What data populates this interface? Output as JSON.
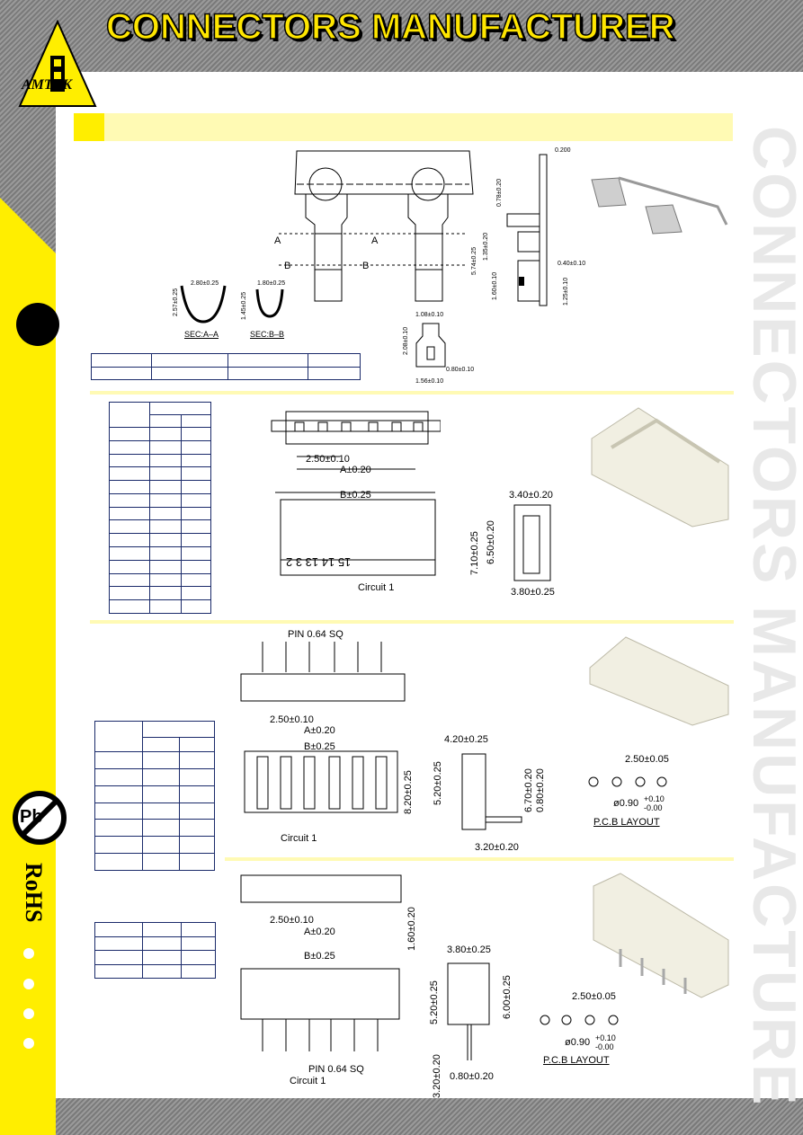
{
  "header": {
    "title": "CONNECTORS MANUFACTURER",
    "logo_text": "AMTEK"
  },
  "watermark": {
    "text": "CONNECTORS MANUFACTURE"
  },
  "sidebar": {
    "rohs_label": "RoHS",
    "pb_label": "Pb"
  },
  "terminal": {
    "dims": {
      "t200": "0.200",
      "t078": "0.78±0.20",
      "t574": "5.74±0.25",
      "t135": "1.35±0.20",
      "t040": "0.40±0.10",
      "t160": "1.60±0.10",
      "t125": "1.25±0.10",
      "t108": "1.08±0.10",
      "t208": "2.08±0.10",
      "t080": "0.80±0.10",
      "t156": "1.56±0.10",
      "sec_a_w": "2.80±0.25",
      "sec_a_h": "2.57±0.25",
      "sec_b_w": "1.80±0.25",
      "sec_b_h": "1.45±0.25"
    },
    "labels": {
      "a": "A",
      "b": "B",
      "sec_a": "SEC:A–A",
      "sec_b": "SEC:B–B"
    }
  },
  "housing": {
    "pitch": "2.50±0.10",
    "a": "A±0.20",
    "b": "B±0.25",
    "h1": "7.10±0.25",
    "h2": "6.50±0.20",
    "w_top": "3.40±0.20",
    "w_bot": "3.80±0.25",
    "circuit": "Circuit  1",
    "pin_numbers": "15  14  13     3    2"
  },
  "wafer_right": {
    "pin": "PIN  0.64  SQ",
    "pitch": "2.50±0.10",
    "a": "A±0.20",
    "b": "B±0.25",
    "h1": "8.20±0.25",
    "h2": "5.20±0.25",
    "h3": "6.70±0.20",
    "h4": "0.80±0.20",
    "w_top": "4.20±0.25",
    "w_bot": "3.20±0.20",
    "circuit": "Circuit  1",
    "pcb_pitch": "2.50±0.05",
    "pcb_hole": "ø0.90",
    "tol_plus": "+0.10",
    "tol_minus": "-0.00",
    "pcb_title": "P.C.B  LAYOUT"
  },
  "wafer_straight": {
    "pitch": "2.50±0.10",
    "a": "A±0.20",
    "b": "B±0.25",
    "h_side": "1.60±0.20",
    "w_top": "3.80±0.25",
    "h1": "5.20±0.25",
    "h2": "6.00±0.25",
    "h3": "3.20±0.20",
    "w_bot": "0.80±0.20",
    "pin": "PIN  0.64  SQ",
    "circuit": "Circuit  1",
    "pcb_pitch": "2.50±0.05",
    "pcb_hole": "ø0.90",
    "tol_plus": "+0.10",
    "tol_minus": "-0.00",
    "pcb_title": "P.C.B  LAYOUT"
  },
  "colors": {
    "yellow": "#ffee00",
    "pale_yellow": "#fffab4",
    "stripe": "#8a8a8a",
    "table_border": "#1a2a6a"
  }
}
